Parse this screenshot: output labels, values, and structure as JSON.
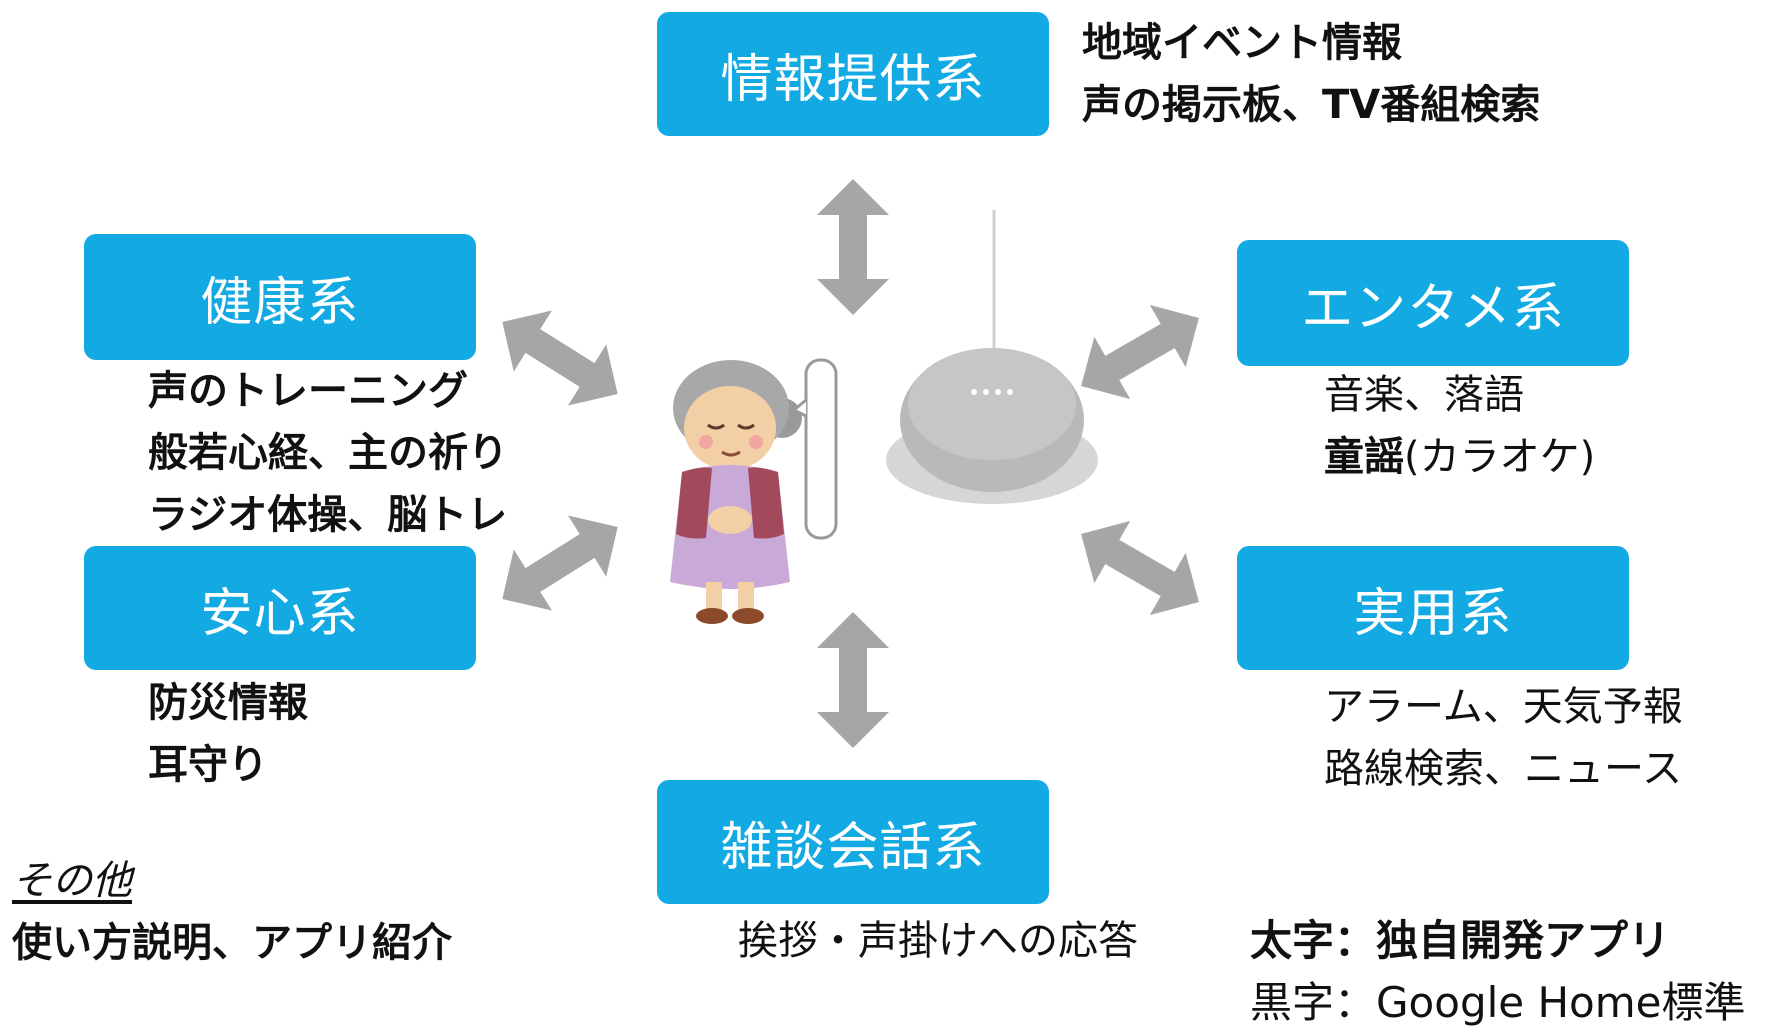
{
  "categories": {
    "info": {
      "label": "情報提供系",
      "lines": [
        {
          "segments": [
            {
              "text": "地域イベント情報",
              "bold": true
            }
          ]
        },
        {
          "segments": [
            {
              "text": "声の掲示板、TV番組検索",
              "bold": true
            }
          ]
        }
      ]
    },
    "health": {
      "label": "健康系",
      "lines": [
        {
          "segments": [
            {
              "text": "声のトレーニング",
              "bold": true
            }
          ]
        },
        {
          "segments": [
            {
              "text": "般若心経、主の祈り",
              "bold": true
            }
          ]
        },
        {
          "segments": [
            {
              "text": "ラジオ体操、脳トレ",
              "bold": true
            }
          ]
        }
      ]
    },
    "safety": {
      "label": "安心系",
      "lines": [
        {
          "segments": [
            {
              "text": "防災情報",
              "bold": true
            }
          ]
        },
        {
          "segments": [
            {
              "text": "耳守り",
              "bold": true
            }
          ]
        }
      ]
    },
    "entertainment": {
      "label": "エンタメ系",
      "lines": [
        {
          "segments": [
            {
              "text": "音楽、落語",
              "bold": false
            }
          ]
        },
        {
          "segments": [
            {
              "text": "童謡",
              "bold": true
            },
            {
              "text": "(カラオケ)",
              "bold": false
            }
          ]
        }
      ]
    },
    "practical": {
      "label": "実用系",
      "lines": [
        {
          "segments": [
            {
              "text": "アラーム、天気予報",
              "bold": false
            }
          ]
        },
        {
          "segments": [
            {
              "text": "路線検索、ニュース",
              "bold": false
            }
          ]
        }
      ]
    },
    "chat": {
      "label": "雑談会話系",
      "lines": [
        {
          "segments": [
            {
              "text": "挨拶・声掛けへの応答",
              "bold": false
            }
          ]
        }
      ]
    }
  },
  "other": {
    "heading": "その他",
    "text": "使い方説明、アプリ紹介"
  },
  "legend": {
    "bold_line": "太字：独自開発アプリ",
    "normal_line": "黒字：Google Home標準"
  },
  "colors": {
    "box": "#13a9e3",
    "arrow": "#a6a6a6"
  }
}
